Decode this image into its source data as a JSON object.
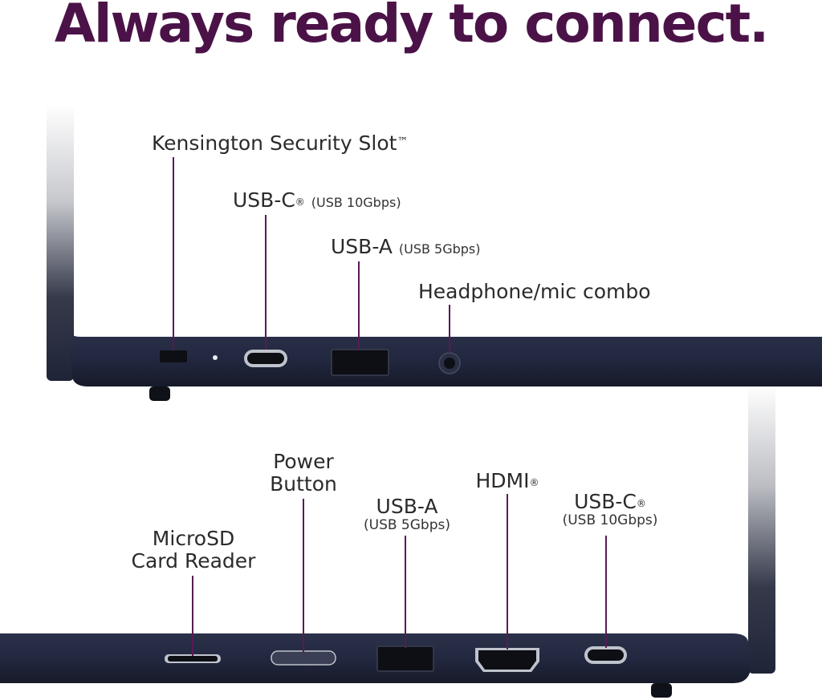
{
  "headline": "Always ready to connect.",
  "colors": {
    "headline": "#4b1248",
    "chassis": "#1f2437",
    "callout_line": "#5a1a55",
    "port": "#0e0f14",
    "port_rim": "#bfc3cc"
  },
  "top_side": {
    "labels": {
      "kensington_main": "Kensington Security Slot",
      "kensington_mark": "™",
      "usbc_main": "USB-C",
      "usbc_mark": "®",
      "usbc_spec": "(USB 10Gbps)",
      "usba_main": "USB-A",
      "usba_spec": "(USB 5Gbps)",
      "headphone": "Headphone/mic combo"
    }
  },
  "bottom_side": {
    "labels": {
      "microsd_line1": "MicroSD",
      "microsd_line2": "Card Reader",
      "power_line1": "Power",
      "power_line2": "Button",
      "usba_main": "USB-A",
      "usba_spec": "(USB 5Gbps)",
      "hdmi_main": "HDMI",
      "hdmi_mark": "®",
      "usbc_main": "USB-C",
      "usbc_mark": "®",
      "usbc_spec": "(USB 10Gbps)"
    }
  }
}
